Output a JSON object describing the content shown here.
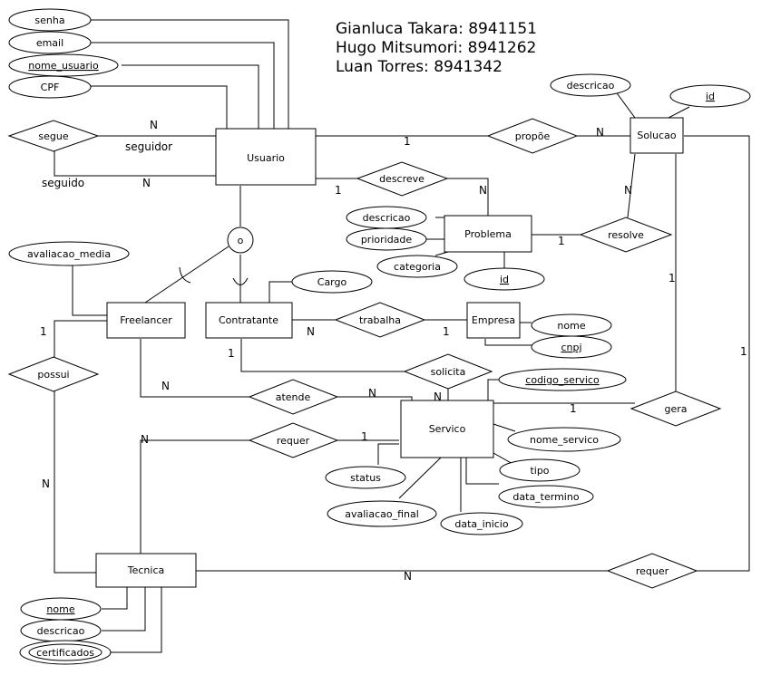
{
  "authors": [
    "Gianluca Takara: 8941151",
    "Hugo Mitsumori: 8941262",
    "Luan Torres: 8941342"
  ],
  "entities": {
    "usuario": "Usuario",
    "solucao": "Solucao",
    "problema": "Problema",
    "freelancer": "Freelancer",
    "contratante": "Contratante",
    "empresa": "Empresa",
    "servico": "Servico",
    "tecnica": "Tecnica"
  },
  "relationships": {
    "segue": "segue",
    "propoe": "propõe",
    "descreve": "descreve",
    "resolve": "resolve",
    "trabalha": "trabalha",
    "solicita": "solicita",
    "possui": "possui",
    "atende": "atende",
    "gera": "gera",
    "requer_servico": "requer",
    "requer_solucao": "requer"
  },
  "attributes": {
    "senha": "senha",
    "email": "email",
    "nome_usuario": "nome_usuario",
    "cpf": "CPF",
    "solucao_descricao": "descricao",
    "solucao_id": "id",
    "problema_descricao": "descricao",
    "prioridade": "prioridade",
    "categoria": "categoria",
    "problema_id": "id",
    "avaliacao_media": "avaliacao_media",
    "cargo": "Cargo",
    "empresa_nome": "nome",
    "cnpj": "cnpj",
    "codigo_servico": "codigo_servico",
    "nome_servico": "nome_servico",
    "tipo": "tipo",
    "data_termino": "data_termino",
    "data_inicio": "data_inicio",
    "avaliacao_final": "avaliacao_final",
    "status": "status",
    "tecnica_nome": "nome",
    "tecnica_descricao": "descricao",
    "certificados": "certificados"
  },
  "specialization": "o",
  "roles": {
    "seguidor": "seguidor",
    "seguido": "seguido"
  },
  "cardinalities": {
    "segue_usuario_top": "N",
    "segue_usuario_bottom": "N",
    "propoe_usuario": "1",
    "propoe_solucao": "N",
    "descreve_usuario": "1",
    "descreve_problema": "N",
    "resolve_solucao": "N",
    "resolve_problema": "1",
    "gera_solucao": "1",
    "gera_servico": "1",
    "requer_solucao_side": "1",
    "requer_tecnica_side": "N",
    "trabalha_contratante": "N",
    "trabalha_empresa": "1",
    "solicita_contratante": "1",
    "solicita_servico": "N",
    "atende_freelancer": "N",
    "atende_servico": "N",
    "possui_freelancer": "1",
    "possui_tecnica": "N",
    "requer_servico_side": "1",
    "requer_tecnica_top": "N"
  }
}
